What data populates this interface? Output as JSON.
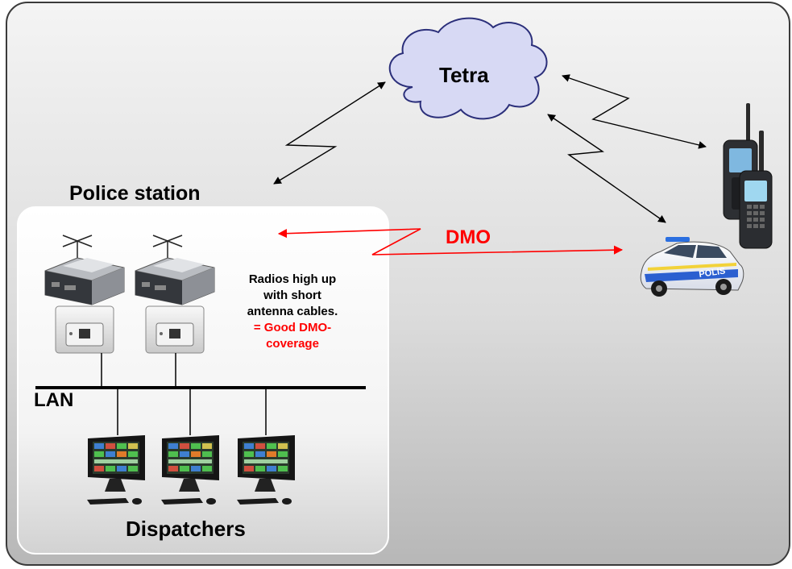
{
  "labels": {
    "tetra": "Tetra",
    "police_station": "Police station",
    "dmo": "DMO",
    "lan": "LAN",
    "dispatchers": "Dispatchers"
  },
  "note": {
    "lines": [
      "Radios high up",
      "with short",
      "antenna cables."
    ],
    "highlight_lines": [
      "= Good DMO-",
      "coverage"
    ]
  },
  "vehicle": {
    "door_text": "POLIS"
  },
  "colors": {
    "dmo_red": "#ff0000",
    "cloud_fill": "#d7d9f4",
    "cloud_stroke": "#2b2f7a",
    "frame_stroke": "#3a3a3a"
  }
}
